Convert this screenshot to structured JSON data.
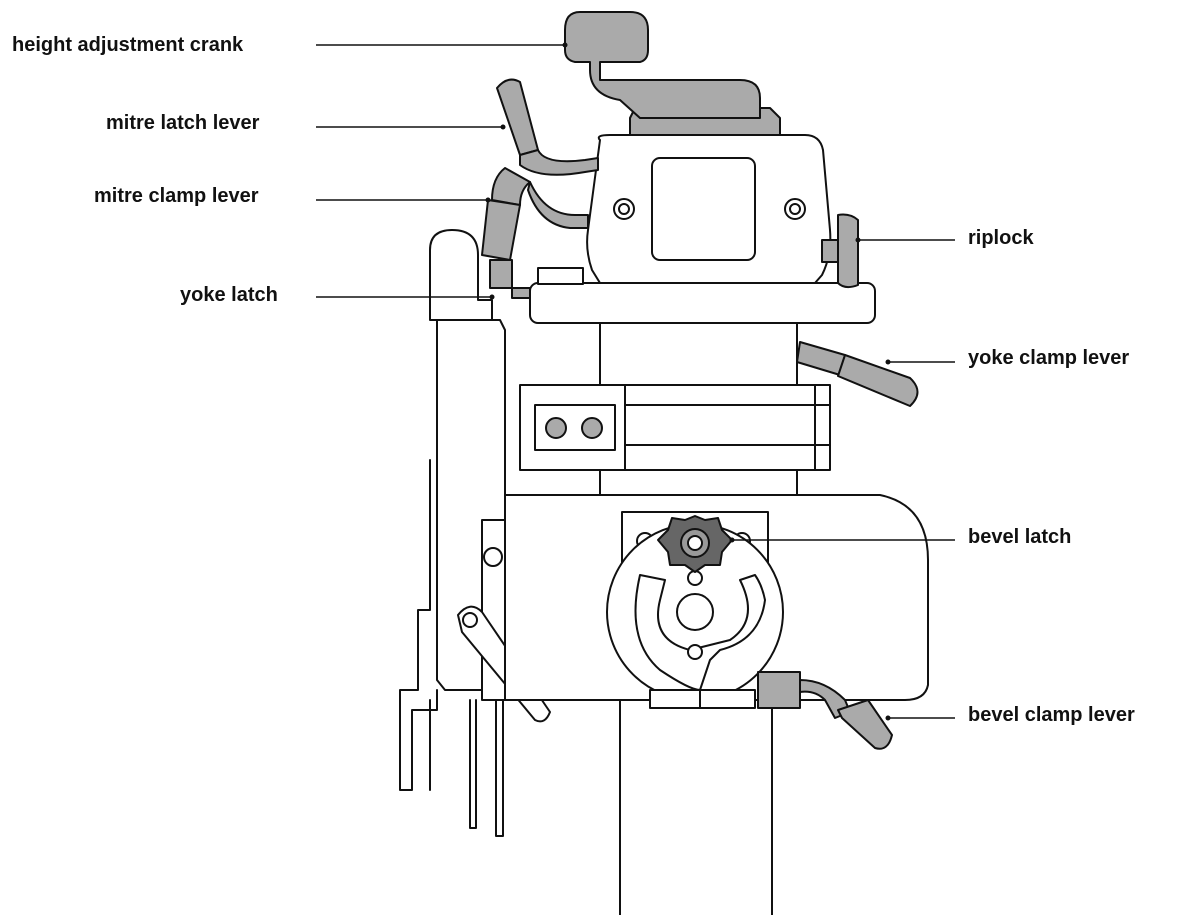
{
  "labels": {
    "height_adjustment_crank": "height adjustment crank",
    "mitre_latch_lever": "mitre latch lever",
    "mitre_clamp_lever": "mitre clamp lever",
    "yoke_latch": "yoke latch",
    "riplock": "riplock",
    "yoke_clamp_lever": "yoke clamp lever",
    "bevel_latch": "bevel latch",
    "bevel_clamp_lever": "bevel clamp lever"
  },
  "colors": {
    "line": "#111111",
    "part_fill": "#a9a9a9",
    "body_fill": "#ffffff",
    "dark_knob": "#555555"
  }
}
